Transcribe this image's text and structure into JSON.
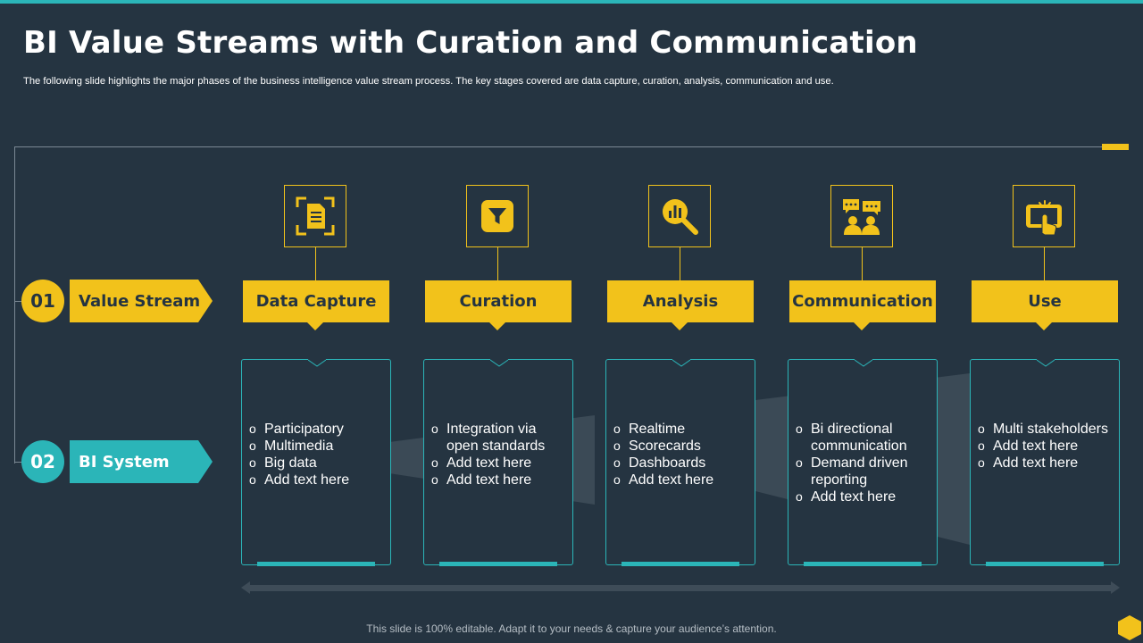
{
  "slide": {
    "title": "BI Value Streams with Curation and Communication",
    "subtitle": "The following slide highlights the major phases of the business intelligence value stream process. The key stages covered are data capture, curation, analysis, communication and use.",
    "footer": "This slide is 100% editable. Adapt it to your needs & capture your audience’s attention."
  },
  "rows": [
    {
      "number": "01",
      "label": "Value Stream"
    },
    {
      "number": "02",
      "label": "BI System"
    }
  ],
  "stages": [
    {
      "name": "Data Capture",
      "icon": "document-scan-icon",
      "items": [
        "Participatory",
        "Multimedia",
        "Big data",
        "Add text here"
      ]
    },
    {
      "name": "Curation",
      "icon": "filter-icon",
      "items": [
        "Integration via open standards",
        "Add text here",
        "Add text here"
      ]
    },
    {
      "name": "Analysis",
      "icon": "chart-magnifier-icon",
      "items": [
        "Realtime",
        "Scorecards",
        "Dashboards",
        "Add text here"
      ]
    },
    {
      "name": "Communication",
      "icon": "people-chat-icon",
      "items": [
        "Bi directional communication",
        "Demand driven reporting",
        "Add text here"
      ]
    },
    {
      "name": "Use",
      "icon": "touch-tablet-icon",
      "items": [
        "Multi stakeholders",
        "Add text here",
        "Add text here"
      ]
    }
  ],
  "colors": {
    "background": "#253441",
    "accent_yellow": "#f2c21b",
    "accent_teal": "#2bb5b8"
  }
}
